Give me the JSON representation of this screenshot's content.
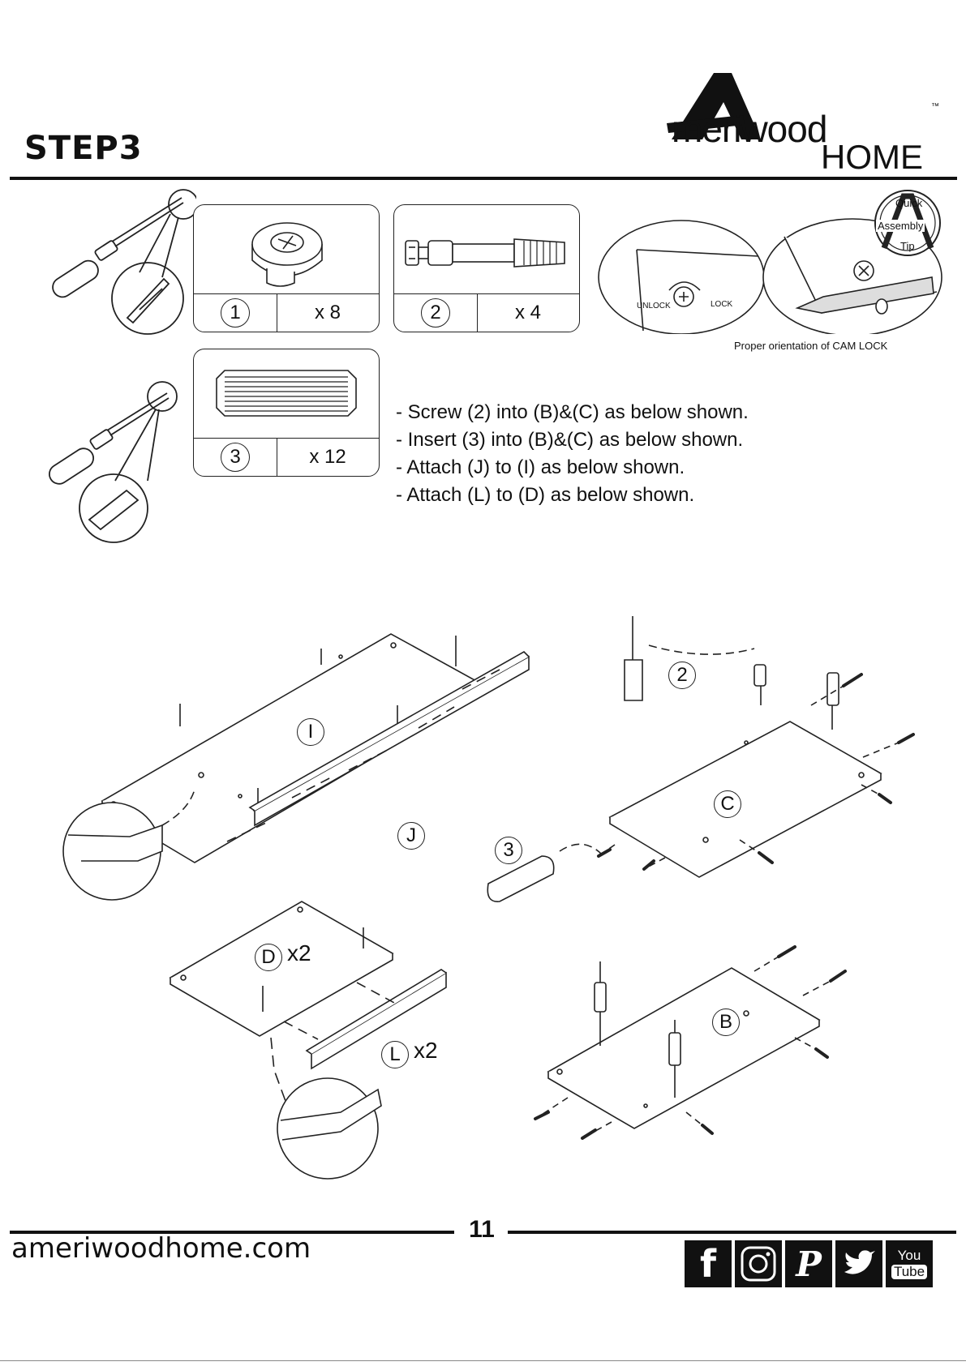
{
  "header": {
    "step_title": "STEP3",
    "brand_name": "meriwood",
    "brand_initial": "A",
    "brand_sub": "HOME",
    "brand_tm": "™"
  },
  "parts": [
    {
      "number": "1",
      "quantity": "x 8",
      "icon": "cam-lock-icon"
    },
    {
      "number": "2",
      "quantity": "x 4",
      "icon": "cam-bolt-icon"
    },
    {
      "number": "3",
      "quantity": "x 12",
      "icon": "wooden-dowel-icon"
    }
  ],
  "tools": [
    "phillips-screwdriver-icon",
    "flathead-screwdriver-icon"
  ],
  "quick_tip": {
    "line1": "Quick",
    "line2": "Assembly",
    "line3": "Tip",
    "unlock_label": "UNLOCK",
    "lock_label": "LOCK",
    "caption": "Proper orientation of CAM LOCK"
  },
  "instructions": [
    "- Screw (2) into (B)&(C) as below shown.",
    "- Insert (3) into (B)&(C) as below shown.",
    "- Attach (J) to (I) as below shown.",
    "- Attach (L) to (D) as below shown."
  ],
  "diagram_labels": {
    "panel_I": "I",
    "panel_J": "J",
    "panel_C": "C",
    "panel_B": "B",
    "panel_D": "D",
    "panel_D_qty": "x2",
    "panel_L": "L",
    "panel_L_qty": "x2",
    "part_2": "2",
    "part_3": "3"
  },
  "footer": {
    "page_number": "11",
    "website": "ameriwoodhome.com",
    "social": [
      {
        "name": "facebook-icon",
        "label": "f"
      },
      {
        "name": "instagram-icon",
        "label": ""
      },
      {
        "name": "pinterest-icon",
        "label": "P"
      },
      {
        "name": "twitter-icon",
        "label": ""
      },
      {
        "name": "youtube-icon",
        "label_top": "You",
        "label_bottom": "Tube"
      }
    ]
  }
}
